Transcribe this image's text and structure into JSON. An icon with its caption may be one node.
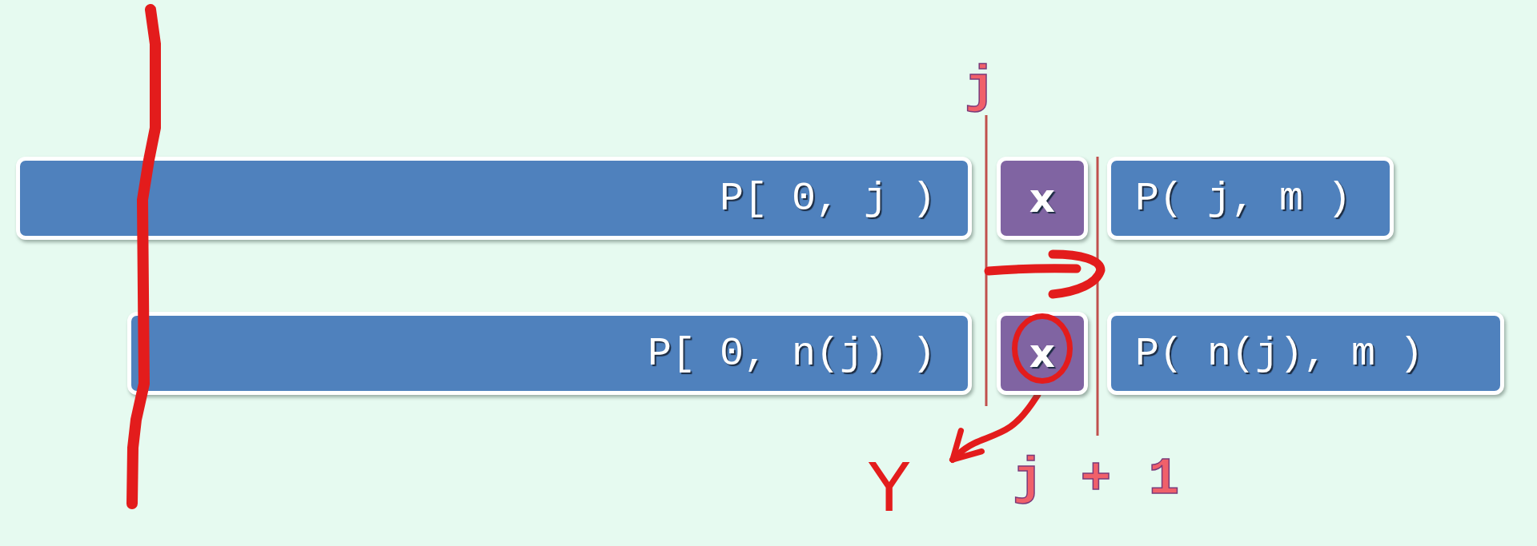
{
  "diagram": {
    "nodes": [
      {
        "text": [
          "P[ 0, j )"
        ]
      },
      {
        "text": [
          "x"
        ]
      },
      {
        "text": [
          "P( j, m )"
        ]
      },
      {
        "text": [
          "P[ 0, n(j) )"
        ]
      },
      {
        "text": [
          "x"
        ]
      },
      {
        "text": [
          "P( n(j), m )"
        ]
      },
      {
        "text": [
          "Y"
        ]
      }
    ],
    "edges": [
      {
        "from": 4,
        "to": 6,
        "arrow": "to",
        "color": "#e31c1c"
      }
    ],
    "labels": [
      "j",
      "j + 1"
    ]
  }
}
